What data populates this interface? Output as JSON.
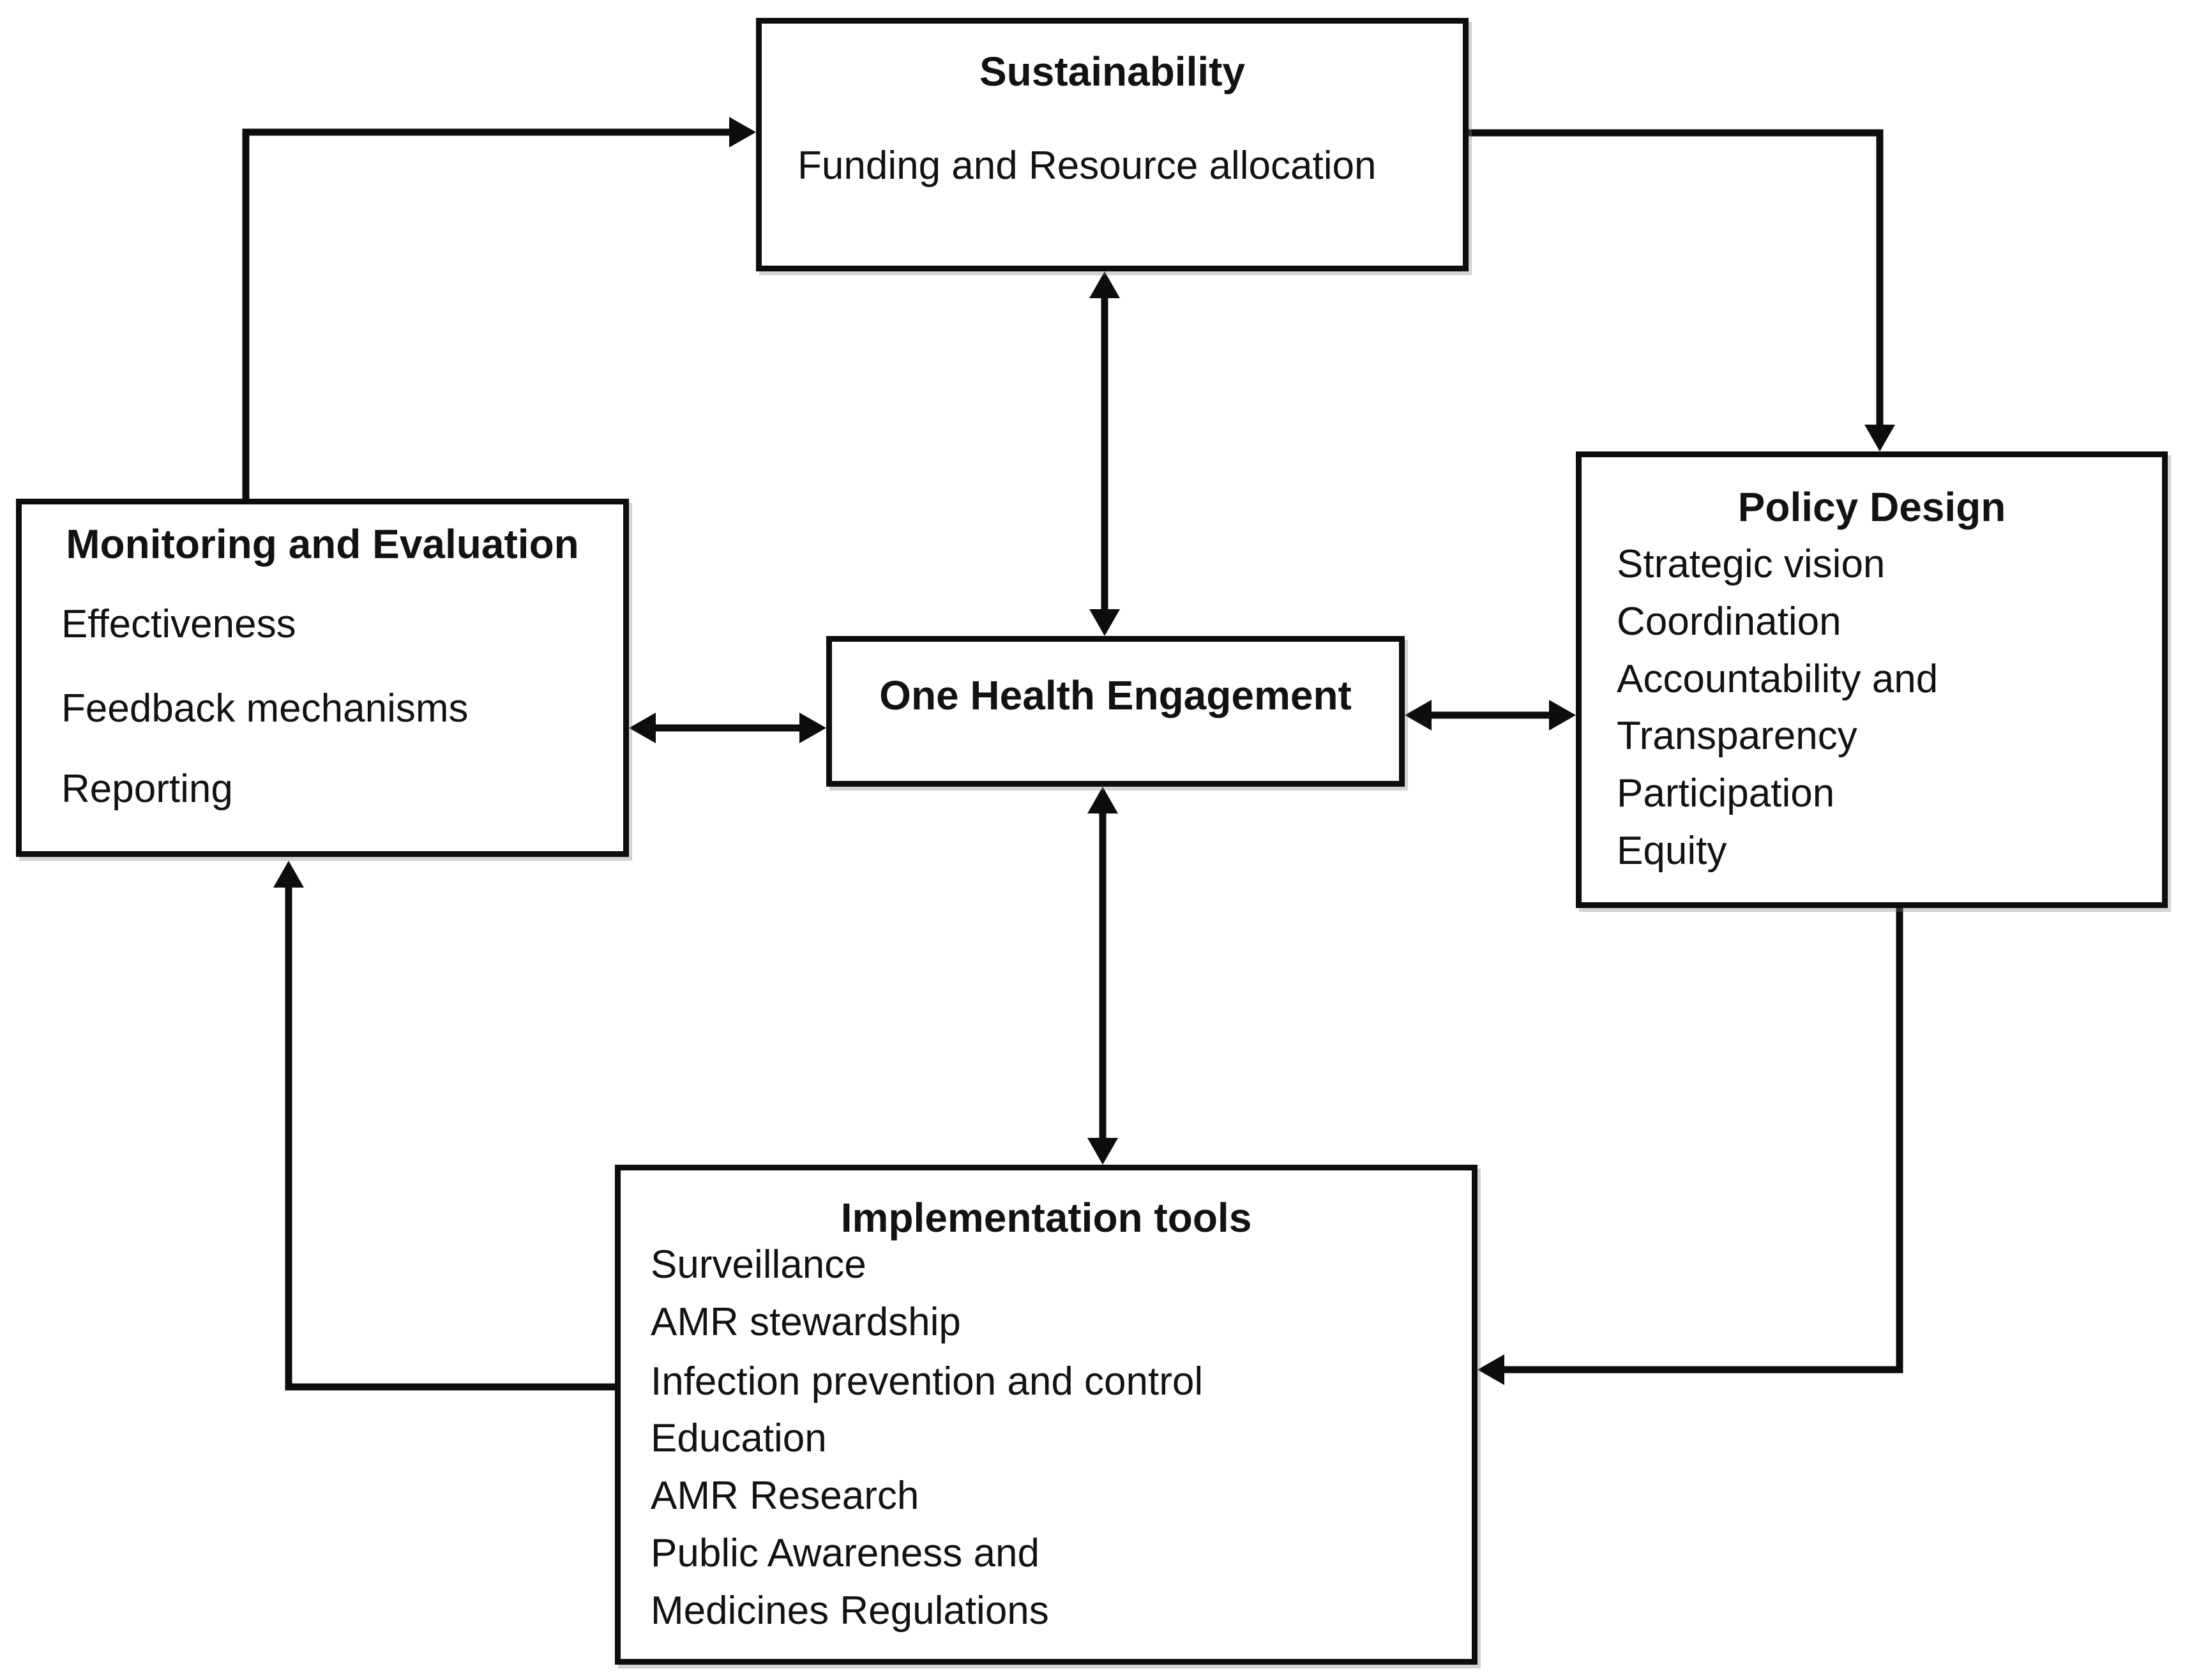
{
  "figure": {
    "boxes": {
      "sustainability": {
        "title": "Sustainability",
        "subtitle": "Funding and Resource allocation"
      },
      "monitoring_evaluation": {
        "title": "Monitoring and Evaluation",
        "items": [
          "Effectiveness",
          "Feedback mechanisms",
          "Reporting"
        ]
      },
      "policy_design": {
        "title": "Policy Design",
        "items": [
          "Strategic vision",
          "Coordination",
          "Accountability and",
          "Transparency",
          "Participation",
          "Equity"
        ]
      },
      "one_health": {
        "title": "One Health Engagement"
      },
      "implementation_tools": {
        "title": "Implementation tools",
        "items": [
          "Surveillance",
          "AMR stewardship",
          "Infection prevention and control",
          "Education",
          "AMR Research",
          "Public Awareness and",
          "Medicines Regulations"
        ]
      }
    },
    "colors": {
      "line": "#0d0d0d",
      "text": "#121212",
      "box_background": "#ffffff",
      "page_background": "#ffffff"
    }
  }
}
